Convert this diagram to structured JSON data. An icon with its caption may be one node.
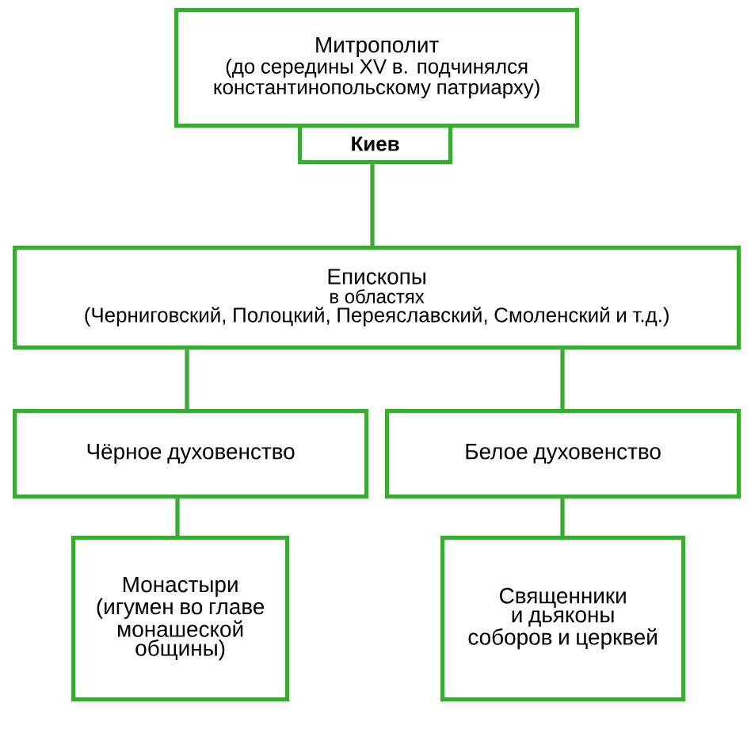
{
  "diagram": {
    "nodes": [
      {
        "text": [
          "Митрополит",
          "(до середины XV в. подчинялся константинопольскому патриарху)"
        ]
      },
      {
        "text": [
          "Киев"
        ]
      },
      {
        "text": [
          "Епископы",
          "в областях",
          "(Черниговский, Полоцкий, Переяславский, Смоленский и т.д.)"
        ]
      },
      {
        "text": [
          "Чёрное духовенство"
        ]
      },
      {
        "text": [
          "Белое духовенство"
        ]
      },
      {
        "text": [
          "Монастыри (игумен во главе монашеской общины)"
        ]
      },
      {
        "text": [
          "Священники и дьяконы соборов и церквей"
        ]
      }
    ],
    "edges": [
      {
        "from": 1,
        "to": 2,
        "arrow": "none"
      },
      {
        "from": 2,
        "to": 3,
        "arrow": "none"
      },
      {
        "from": 2,
        "to": 4,
        "arrow": "none"
      },
      {
        "from": 3,
        "to": 5,
        "arrow": "none"
      },
      {
        "from": 4,
        "to": 6,
        "arrow": "none"
      }
    ]
  }
}
